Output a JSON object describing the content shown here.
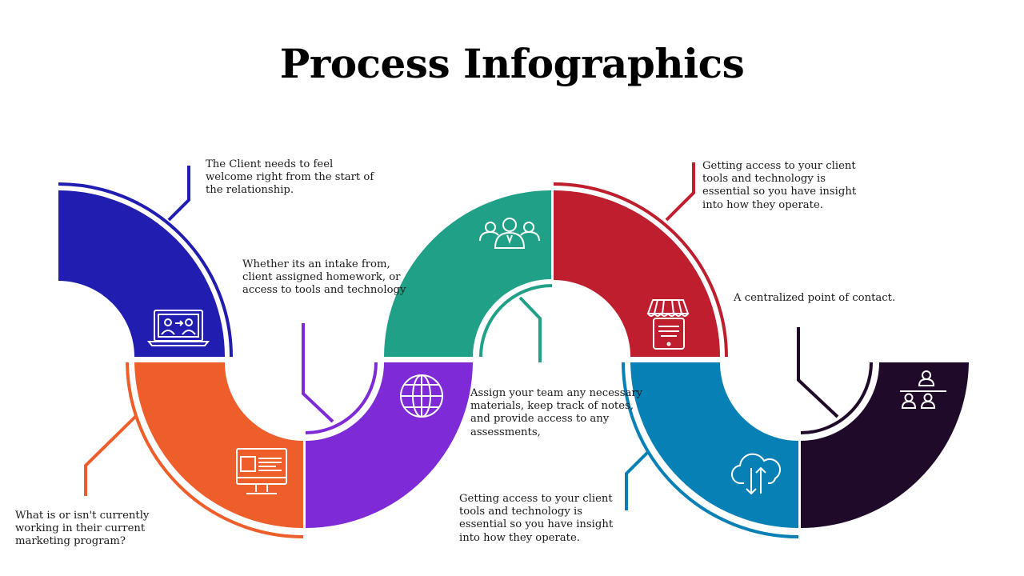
{
  "title": "Process Infographics",
  "colors": {
    "blue": "#201DB0",
    "orange": "#EE5E2A",
    "purple": "#7F2AD7",
    "green": "#20A187",
    "red": "#BE1E2D",
    "teal": "#0780B5",
    "dark": "#200A2A"
  },
  "steps": [
    {
      "id": "blue",
      "color_key": "blue",
      "icon": "laptop-users-icon",
      "text": "The Client needs to feel\nwelcome right from the start of\nthe relationship."
    },
    {
      "id": "orange",
      "color_key": "orange",
      "icon": "monitor-icon",
      "text": "What is or isn't currently\nworking in their current\nmarketing program?"
    },
    {
      "id": "purple",
      "color_key": "purple",
      "icon": "globe-icon",
      "text": "Whether its an intake from,\nclient assigned homework, or\naccess to tools and technology"
    },
    {
      "id": "green",
      "color_key": "green",
      "icon": "team-icon",
      "text": "Assign your team any necessary\nmaterials, keep track of notes,\nand provide access to any\nassessments,"
    },
    {
      "id": "red",
      "color_key": "red",
      "icon": "storefront-icon",
      "text": "Getting access to your client\ntools and technology is\nessential so you have insight\ninto how they operate."
    },
    {
      "id": "teal",
      "color_key": "teal",
      "icon": "cloud-transfer-icon",
      "text": "Getting access to your client\ntools and technology is\nessential so you have insight\ninto how they operate."
    },
    {
      "id": "dark",
      "color_key": "dark",
      "icon": "hierarchy-icon",
      "text": "A centralized point of contact."
    }
  ]
}
